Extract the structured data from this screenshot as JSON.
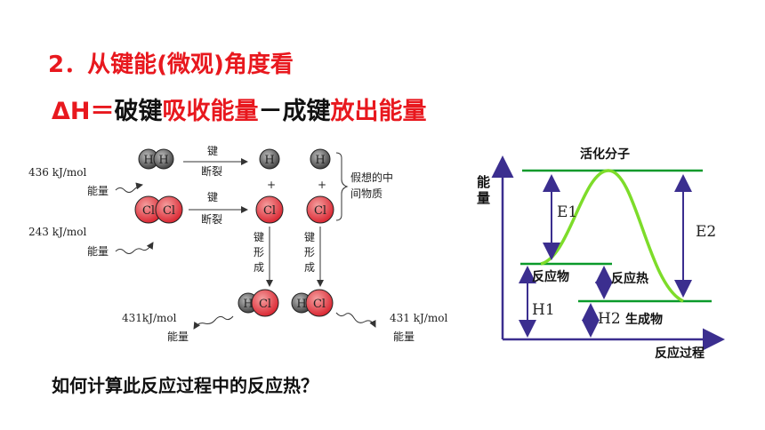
{
  "heading": "2．从键能(微观)角度看",
  "formula": {
    "delta_h": "ΔH",
    "eq": "＝",
    "break_bond": "破键",
    "absorb": "吸收能量",
    "minus": "－",
    "form_bond": "成键",
    "release": "放出能量"
  },
  "question": "如何计算此反应过程中的反应热？",
  "left_diagram": {
    "atom_h": "H",
    "atom_cl": "Cl",
    "hh_energy": "436 kJ/mol",
    "clcl_energy": "243 kJ/mol",
    "energy_word": "能量",
    "bond_break_1": "键",
    "bond_break_2": "断裂",
    "plus": "+",
    "intermediate": [
      "假想的中",
      "间物质"
    ],
    "bond_form": [
      "键",
      "形",
      "成"
    ],
    "hcl_energy_left": "431kJ/mol",
    "hcl_energy_right": "431 kJ/mol"
  },
  "right_diagram": {
    "y_axis": [
      "能",
      "量"
    ],
    "x_axis": "反应过程",
    "activated": "活化分子",
    "reactant": "反应物",
    "product": "生成物",
    "heat": "反应热",
    "e1": "E1",
    "e2": "E2",
    "h1": "H1",
    "h2": "H2"
  },
  "colors": {
    "red": "#e8181e",
    "green_level": "#0a9a2a",
    "curve_green": "#7ddc2a",
    "axis_blue": "#3b2e8f"
  }
}
